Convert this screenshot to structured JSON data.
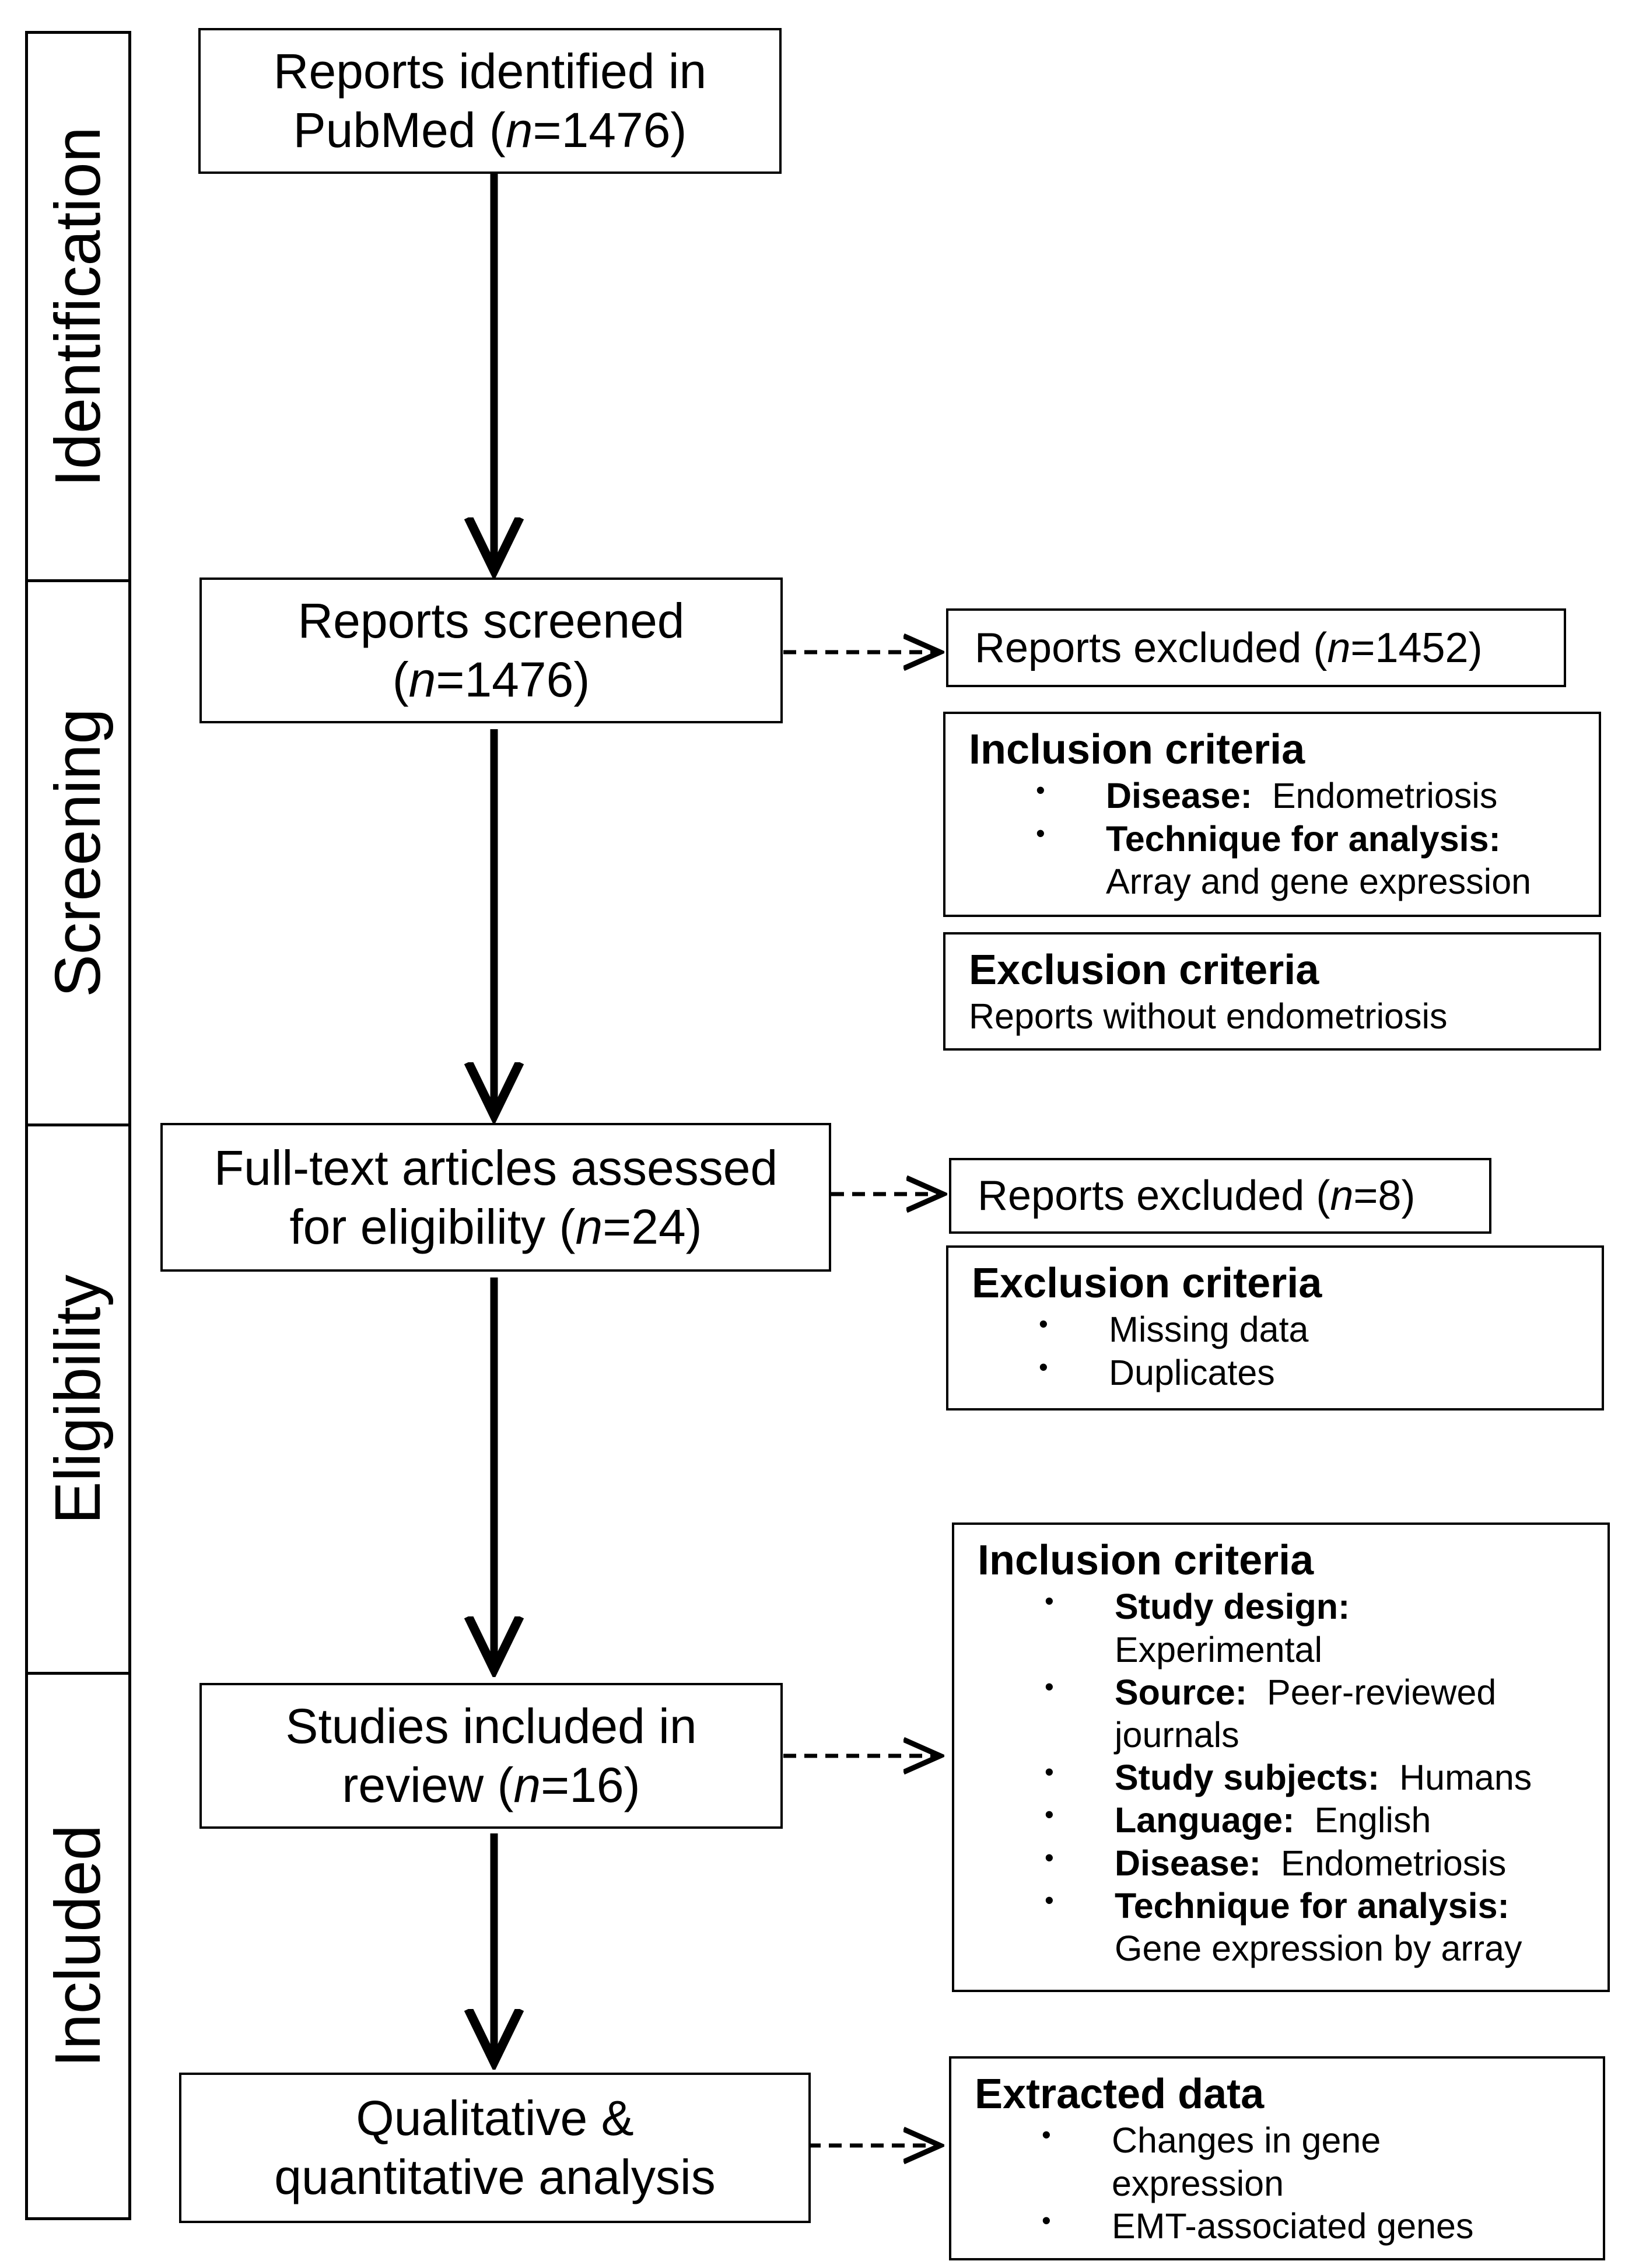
{
  "stages": {
    "identification": "Identification",
    "screening": "Screening",
    "eligibility": "Eligibility",
    "included": "Included"
  },
  "boxes": {
    "identified": {
      "line1": "Reports identified in",
      "line2_pre": "PubMed (",
      "n_symbol": "n",
      "line2_post": "=1476)"
    },
    "screened": {
      "line1": "Reports screened",
      "line2_pre": "(",
      "n_symbol": "n",
      "line2_post": "=1476)"
    },
    "fulltext": {
      "line1": "Full-text articles assessed",
      "line2_pre": "for eligibility (",
      "n_symbol": "n",
      "line2_post": "=24)"
    },
    "included": {
      "line1": "Studies included in",
      "line2_pre": "review (",
      "n_symbol": "n",
      "line2_post": "=16)"
    },
    "analysis": {
      "line1": "Qualitative &",
      "line2": "quantitative analysis"
    }
  },
  "excluded": {
    "screening": {
      "pre": "Reports excluded (",
      "n_symbol": "n",
      "post": "=1452)"
    },
    "eligibility": {
      "pre": "Reports excluded (",
      "n_symbol": "n",
      "post": "=8)"
    }
  },
  "screening_inclusion": {
    "title": "Inclusion criteria",
    "items": [
      {
        "label": "Disease:",
        "text": "Endometriosis",
        "cont": ""
      },
      {
        "label": "Technique for analysis:",
        "text": "",
        "cont": "Array and gene expression"
      }
    ]
  },
  "screening_exclusion": {
    "title": "Exclusion criteria",
    "text": "Reports without endometriosis"
  },
  "eligibility_exclusion": {
    "title": "Exclusion criteria",
    "items": [
      "Missing data",
      "Duplicates"
    ]
  },
  "included_inclusion": {
    "title": "Inclusion criteria",
    "items": [
      {
        "label": "Study design:",
        "text": "",
        "cont": "Experimental"
      },
      {
        "label": "Source:",
        "text": "Peer-reviewed",
        "cont": "journals"
      },
      {
        "label": "Study subjects:",
        "text": "Humans",
        "cont": ""
      },
      {
        "label": "Language:",
        "text": "English",
        "cont": ""
      },
      {
        "label": "Disease:",
        "text": "Endometriosis",
        "cont": ""
      },
      {
        "label": "Technique for analysis:",
        "text": "",
        "cont": "Gene expression by array"
      }
    ]
  },
  "extracted": {
    "title": "Extracted data",
    "items": [
      {
        "text": "Changes in gene",
        "cont": "expression"
      },
      {
        "text": "EMT-associated genes",
        "cont": ""
      }
    ]
  }
}
